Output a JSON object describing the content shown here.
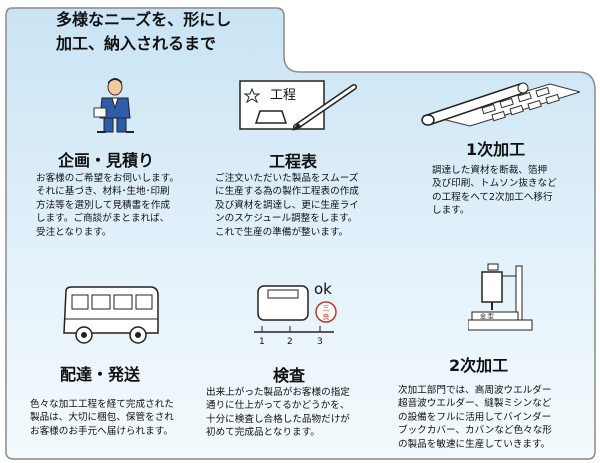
{
  "header": {
    "lines": [
      "多様なニーズを、形にし",
      "加工、納入されるまで"
    ]
  },
  "steps": [
    {
      "id": "planning",
      "title": "企画・見積り",
      "lines": [
        "お客様のご希望をお伺いします。",
        "それに基づき、材料･生地･印刷",
        "方法等を選別して見積書を作成",
        "します。ご商談がまとまれば、",
        "受注となります。"
      ]
    },
    {
      "id": "schedule",
      "title": "工程表",
      "lines": [
        "ご注文いただいた製品をスムーズ",
        "に生産する為の製作工程表の作成",
        "及び資材を調達し、更に生産ライ",
        "ンのスケジュール調整をします。",
        "これで生産の準備が整います。"
      ]
    },
    {
      "id": "primary",
      "title": "1次加工",
      "lines": [
        "調達した資材を断裁、箔押",
        "及び印刷、トムソン抜きなど",
        "の工程をへて2次加工へ移行",
        "します。"
      ]
    },
    {
      "id": "delivery",
      "title": "配達・発送",
      "lines": [
        "色々な加工工程を経て完成された",
        "製品は、大切に梱包、保管をされ",
        "お客様のお手元へ届けられます。"
      ]
    },
    {
      "id": "inspection",
      "title": "検査",
      "lines": [
        "出来上がった製品がお客様の指定",
        "通りに仕上がってるかどうかを、",
        "十分に検査し合格した品物だけが",
        "初めて完成品となります。"
      ]
    },
    {
      "id": "secondary",
      "title": "2次加工",
      "lines": [
        "次加工部門では、高周波ウエルダー",
        "超音波ウエルダー、縫製ミシンなど",
        "の設備をフルに活用してバインダー",
        "ブックカバー、カバンなど色々な形",
        "の製品を敏速に生産していきます。"
      ]
    }
  ],
  "icon_labels": {
    "process_card": "工程",
    "ok_mark": "ok",
    "stamp": "三\n良",
    "ruler_ticks": [
      "1",
      "2",
      "3"
    ],
    "press_plate": "金 型"
  },
  "colors": {
    "panel_top": "#cfe7f5",
    "panel_bottom": "#eef7fc",
    "border": "#8a8a8a"
  }
}
